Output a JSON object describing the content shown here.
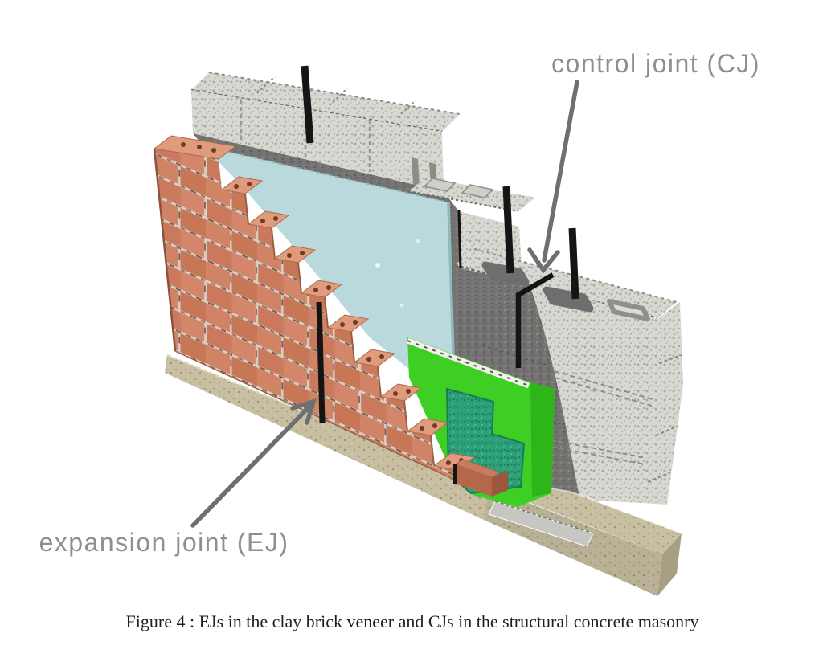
{
  "figure": {
    "annotations": {
      "control_joint_label": "control joint (CJ)",
      "expansion_joint_label": "expansion joint (EJ)"
    },
    "caption": "Figure 4 : EJs in the clay brick veneer and CJs in the structural concrete masonry",
    "colors": {
      "background": "#ffffff",
      "label_gray": "#8b8f96",
      "arrow_gray": "#6d7073",
      "caption_black": "#1f1f1f",
      "joint_black": "#141414",
      "brick_face": "#cc7c60",
      "brick_top": "#e09a7c",
      "brick_core": "#6e3d2a",
      "sheathing_blue": "#b9d9dc",
      "sheathing_edge": "#8fb9bd",
      "flashing_green": "#3ecf25",
      "flashing_green_dark": "#2eb518",
      "drainage_teal": "#2da07a",
      "concrete_dark": "#757472",
      "cmu_light": "#d8d8d2",
      "grout_gray": "#6e6e6e",
      "foundation_tan": "#c8bfa2"
    }
  }
}
